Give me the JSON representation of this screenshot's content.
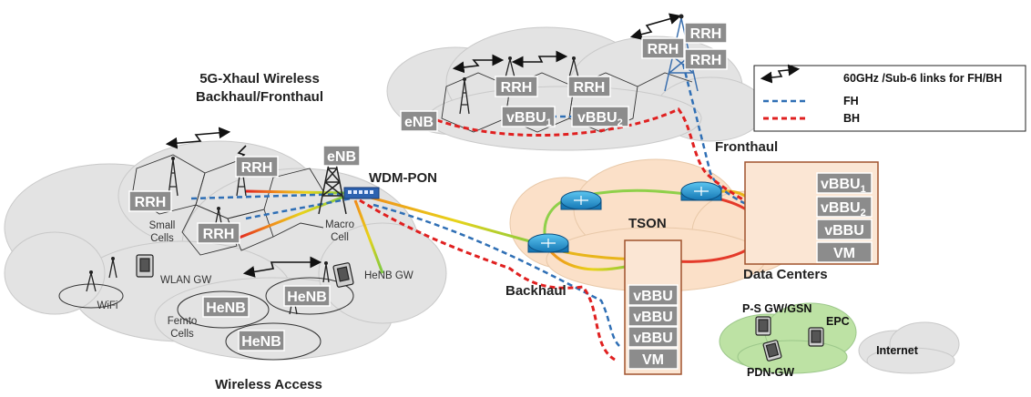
{
  "colors": {
    "cloud": "#e3e3e3",
    "cloud_stroke": "#c4c4c4",
    "box": "#8c8c8c",
    "fh": "#2f6fb5",
    "bh": "#e02020",
    "ring": "#e8c28a",
    "dc_bg": "#fbe6d4",
    "dc_border": "#a0522d",
    "epc_cloud": "#bde2a4",
    "router": "#1e90c8"
  },
  "title": {
    "line1": "5G-Xhaul Wireless",
    "line2": "Backhaul/Fronthaul"
  },
  "labels": {
    "wdm_pon": "WDM-PON",
    "tson": "TSON",
    "fronthaul": "Fronthaul",
    "backhaul": "Backhaul",
    "data_centers": "Data Centers",
    "wireless_access": "Wireless Access",
    "internet": "Internet",
    "epc": "EPC",
    "ps_gw": "P-S GW/GSN",
    "pdn_gw": "PDN-GW",
    "small_cells_1": "Small",
    "small_cells_2": "Cells",
    "macro_cell_1": "Macro",
    "macro_cell_2": "Cell",
    "femto_1": "Femto",
    "femto_2": "Cells",
    "wlan_gw": "WLAN GW",
    "henb_gw": "HeNB GW",
    "wifi": "WiFi"
  },
  "boxes": {
    "rrh": "RRH",
    "enb": "eNB",
    "henb": "HeNB",
    "vbbu": "vBBU",
    "vm": "VM",
    "vbbu_base": "vBBU",
    "sub1": "1",
    "sub2": "2"
  },
  "legend": {
    "items": [
      {
        "label": "60GHz /Sub-6 links for FH/BH",
        "icon": "zigzag-arrow"
      },
      {
        "label": "FH",
        "icon": "dashed-blue-line"
      },
      {
        "label": "BH",
        "icon": "dashed-red-line"
      }
    ]
  }
}
